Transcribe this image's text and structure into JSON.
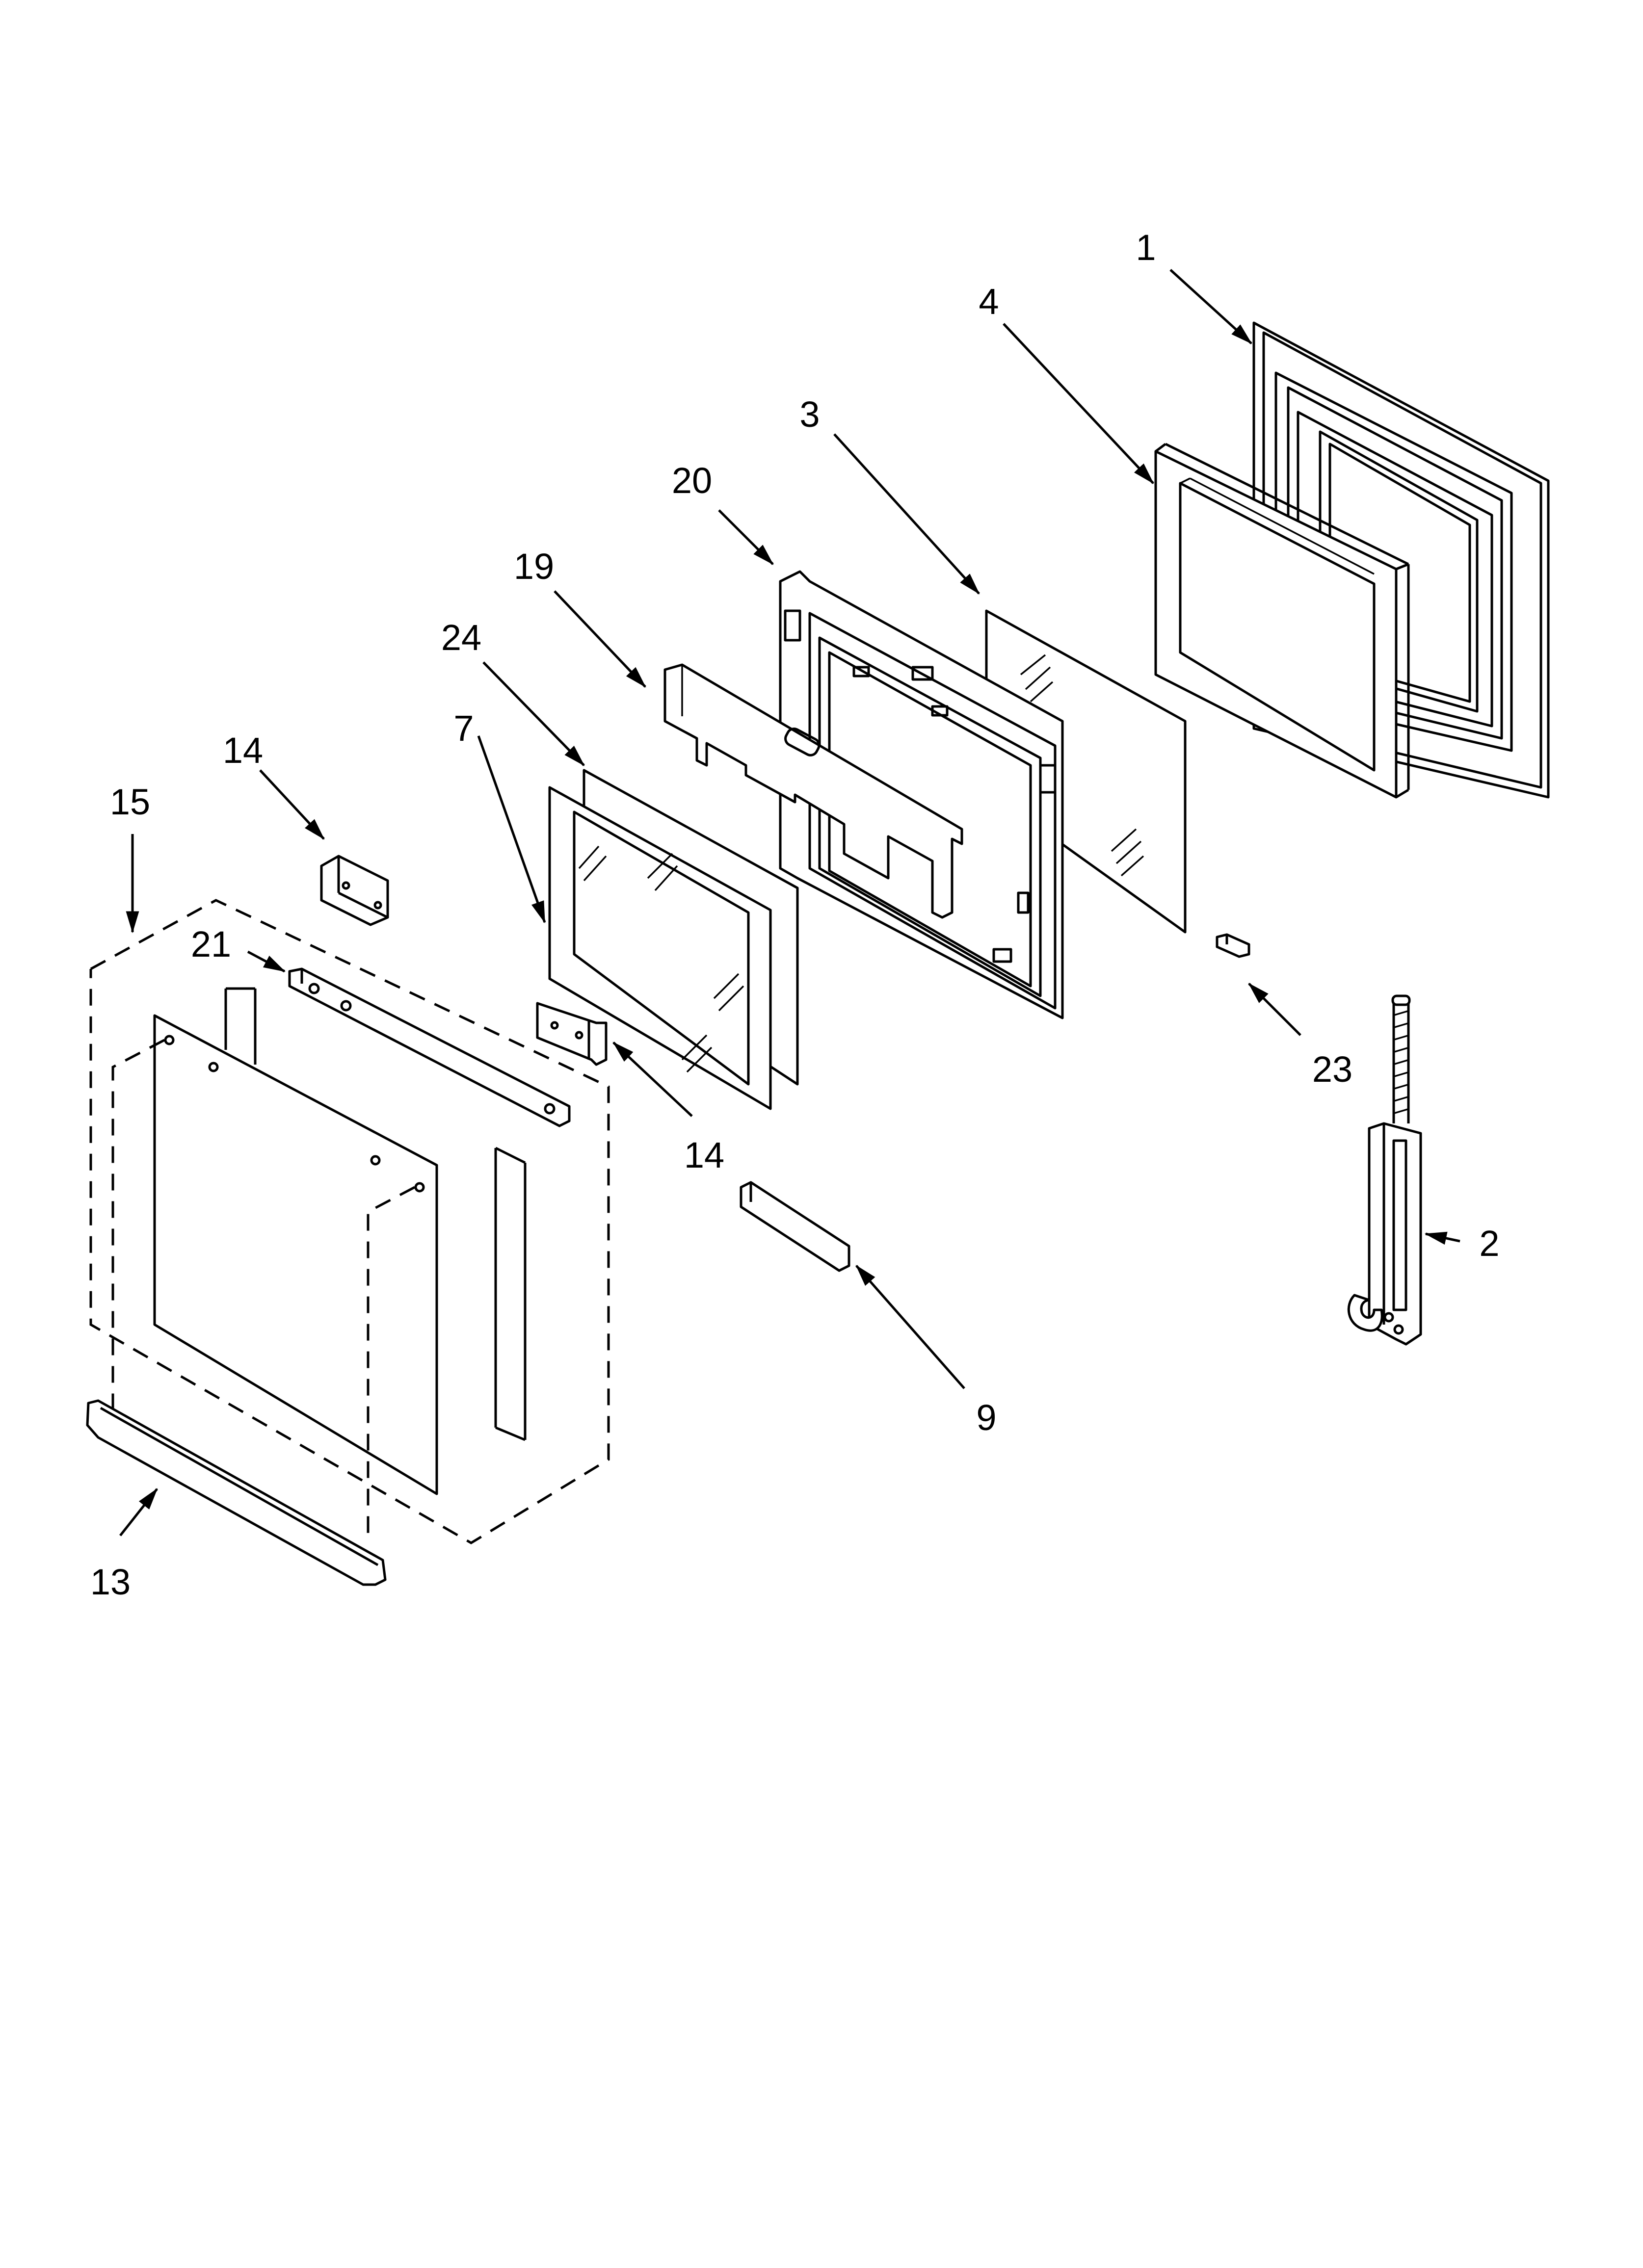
{
  "callouts": {
    "c1": "1",
    "c2": "2",
    "c3": "3",
    "c4": "4",
    "c7": "7",
    "c9": "9",
    "c13": "13",
    "c14a": "14",
    "c14b": "14",
    "c15": "15",
    "c19": "19",
    "c20": "20",
    "c21": "21",
    "c23": "23",
    "c24": "24"
  }
}
